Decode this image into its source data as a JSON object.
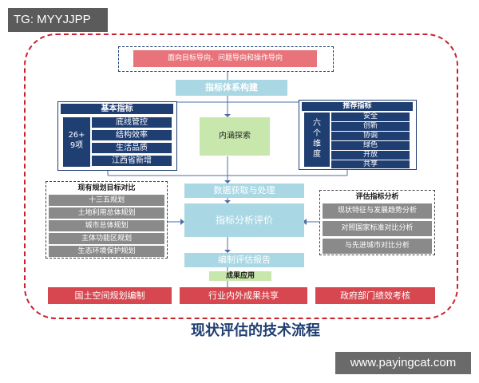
{
  "tag_label": "TG: MYYJJPP",
  "watermark": "www.payingcat.com",
  "title": "现状评估的技术流程",
  "top_box": "面向目标导向、问题导向和操作导向",
  "flow": {
    "indicator_system": "指标体系构建",
    "data_processing": "数据获取与处理",
    "analysis": "指标分析评价",
    "report": "编制评估报告",
    "application": "成果应用"
  },
  "basic_indicators": {
    "header": "基本指标",
    "count": "26+\n9项",
    "items": [
      "底线管控",
      "结构效率",
      "生活品质",
      "江西省新增"
    ]
  },
  "connotation": "内涵探索",
  "recommended_indicators": {
    "header": "推荐指标",
    "side": "六\n个\n维\n度",
    "items": [
      "安全",
      "创新",
      "协调",
      "绿色",
      "开放",
      "共享"
    ]
  },
  "plan_comparison": {
    "header": "现有规划目标对比",
    "items": [
      "十三五规划",
      "土地利用总体规划",
      "城市总体规划",
      "主体功能区规划",
      "生态环境保护规划"
    ]
  },
  "evaluation_analysis": {
    "header": "评估指标分析",
    "items": [
      "现状特征与发展趋势分析",
      "对照国家标准对比分析",
      "与先进城市对比分析"
    ]
  },
  "outputs": [
    "国土空间规划编制",
    "行业内外成果共享",
    "政府部门绩效考核"
  ],
  "colors": {
    "navy": "#1f3e72",
    "frame_red": "#c8202c",
    "light_blue": "#a9d7e3",
    "green": "#c8e7ad",
    "output_red": "#d6474f"
  }
}
